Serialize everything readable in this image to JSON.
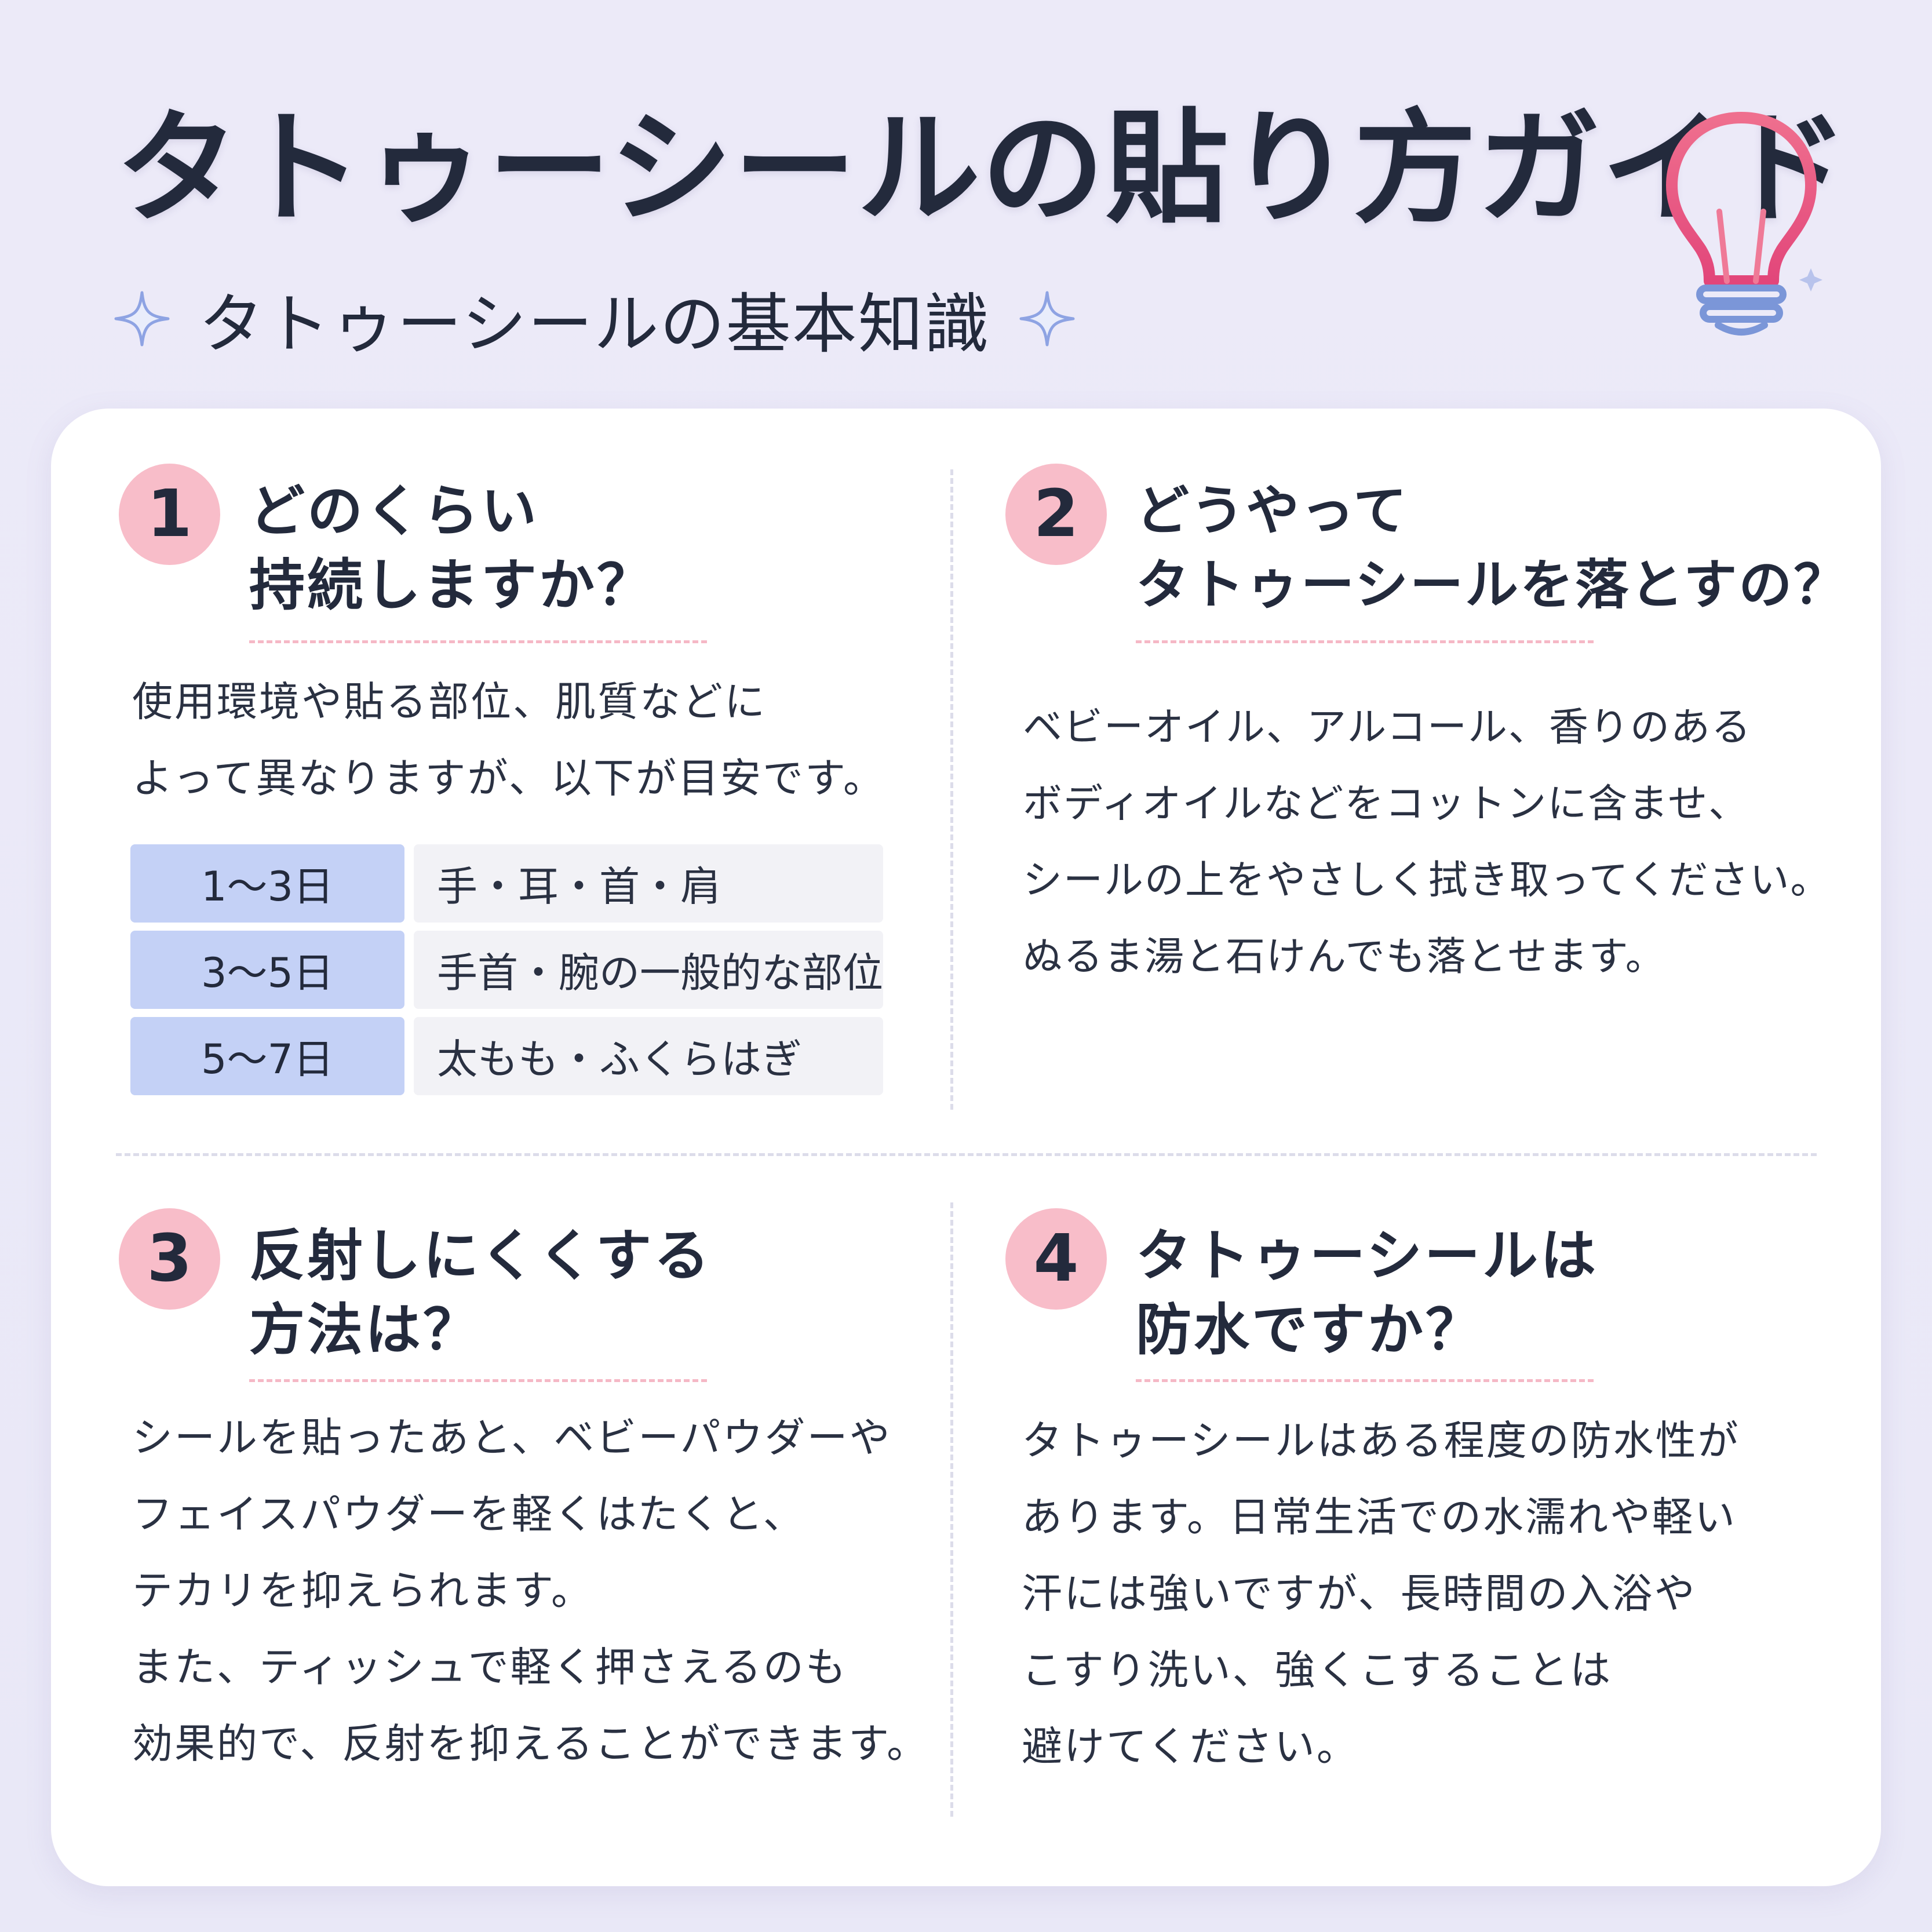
{
  "title": "タトゥーシールの貼り方ガイド",
  "subtitle": "タトゥーシールの基本知識",
  "colors": {
    "background": "#ebe9f8",
    "accent_pink": "#f8bdc9",
    "table_label": "#c4d1f6",
    "table_value": "#f2f2f6",
    "text": "#232a3c"
  },
  "icons": {
    "bulb": "lightbulb-icon",
    "sparkle": "sparkle-icon"
  },
  "sections": [
    {
      "number": "1",
      "question_lines": [
        "どのくらい",
        "持続しますか？"
      ],
      "body_lines": [
        "使用環境や貼る部位、肌質などに",
        "よって異なりますが、以下が目安です。"
      ],
      "table": [
        {
          "days": "1〜3日",
          "parts": "手・耳・首・肩"
        },
        {
          "days": "3〜5日",
          "parts": "手首・腕の一般的な部位"
        },
        {
          "days": "5〜7日",
          "parts": "太もも・ふくらはぎ"
        }
      ]
    },
    {
      "number": "2",
      "question_lines": [
        "どうやって",
        "タトゥーシールを落とすの？"
      ],
      "body_lines": [
        "ベビーオイル、アルコール、香りのある",
        "ボディオイルなどをコットンに含ませ、",
        "シールの上をやさしく拭き取ってください。",
        "ぬるま湯と石けんでも落とせます。"
      ]
    },
    {
      "number": "3",
      "question_lines": [
        "反射しにくくする",
        "方法は？"
      ],
      "body_lines": [
        "シールを貼ったあと、ベビーパウダーや",
        "フェイスパウダーを軽くはたくと、",
        "テカリを抑えられます。",
        "また、ティッシュで軽く押さえるのも",
        "効果的で、反射を抑えることができます。"
      ]
    },
    {
      "number": "4",
      "question_lines": [
        "タトゥーシールは",
        "防水ですか？"
      ],
      "body_lines": [
        "タトゥーシールはある程度の防水性が",
        "あります。日常生活での水濡れや軽い",
        "汗には強いですが、長時間の入浴や",
        "こすり洗い、強くこすることは",
        "避けてください。"
      ]
    }
  ]
}
